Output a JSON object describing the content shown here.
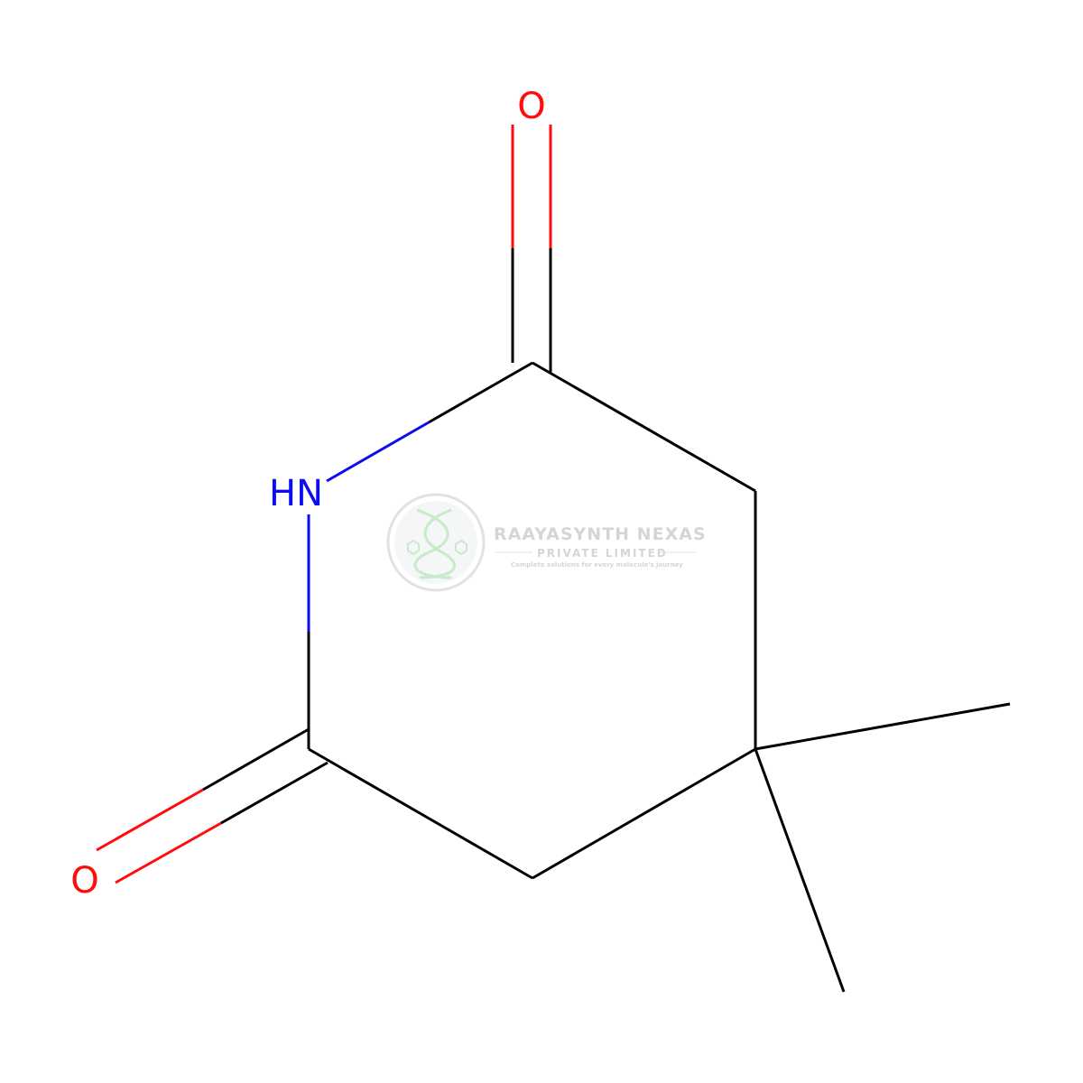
{
  "molecule": {
    "atoms": {
      "o_top": "O",
      "nh": "HN",
      "o_bottom": "O"
    },
    "colors": {
      "bond": "#000000",
      "oxygen": "#ff0d0d",
      "nitrogen": "#0c0cf0"
    }
  },
  "watermark": {
    "company": "RAAYASYNTH NEXAS",
    "subtitle": "PRIVATE LIMITED",
    "tagline": "Complete solutions for every molecule's journey",
    "color": "#b8bcc0",
    "icon_color": "#9fd6a0"
  }
}
